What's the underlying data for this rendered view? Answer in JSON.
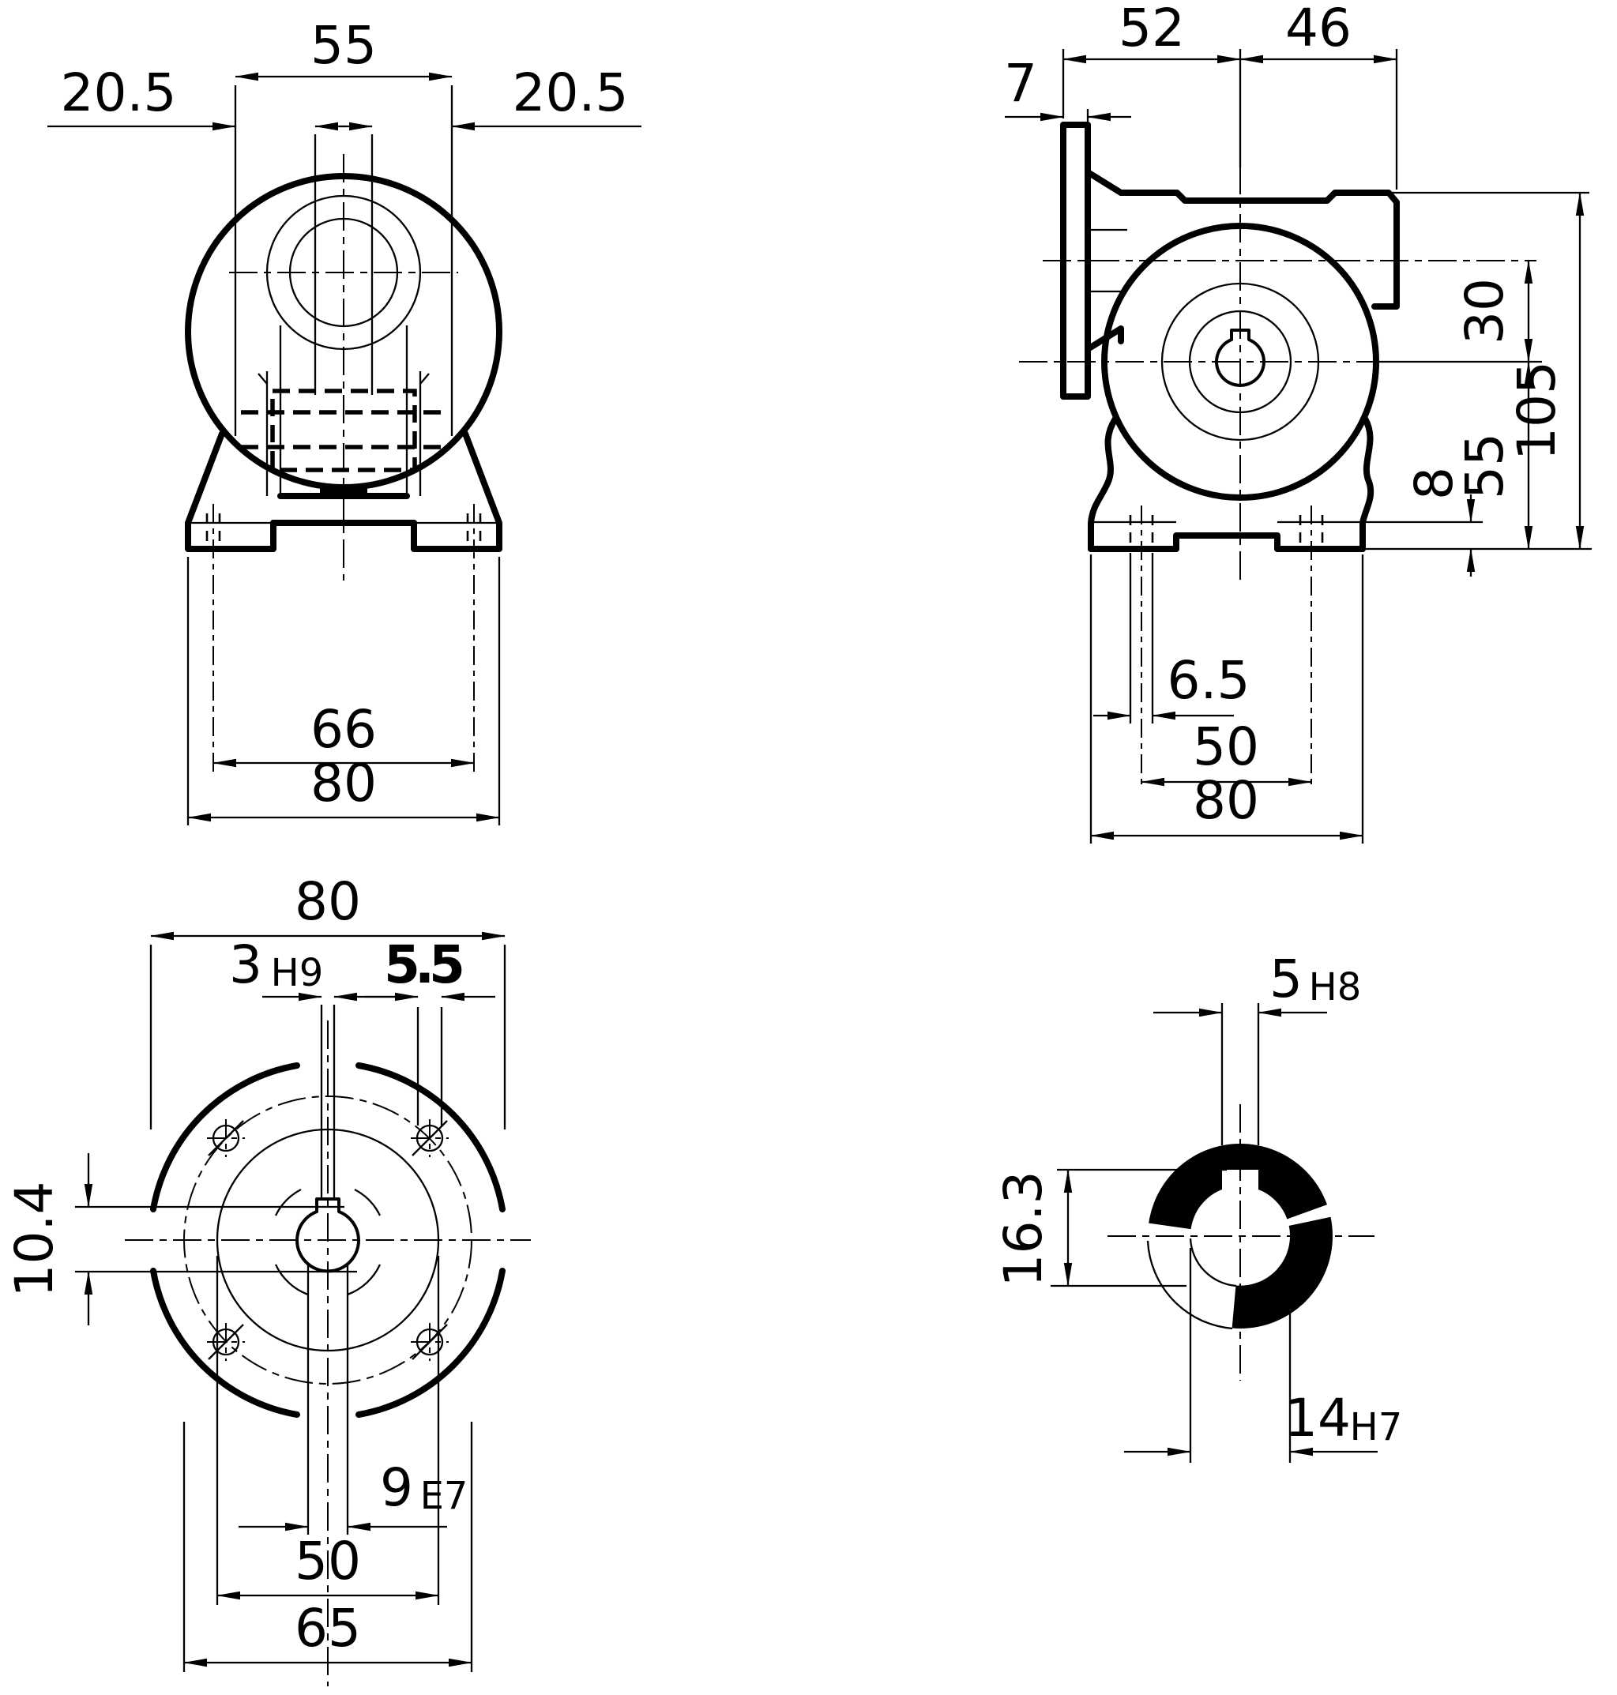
{
  "meta": {
    "drawing_type": "worm-gearbox dimensional drawing",
    "background_color": "#ffffff",
    "line_color": "#000000",
    "views": [
      "front-view",
      "side-view",
      "output-flange-view",
      "shaft-bore-section-view"
    ]
  },
  "front_view": {
    "dims": {
      "width_top": "55",
      "offset_left": "20.5",
      "offset_right": "20.5",
      "foot_hole_span": "66",
      "overall_width": "80"
    }
  },
  "side_view": {
    "dims": {
      "flange_to_axis": "52",
      "axis_to_end": "46",
      "flange_thickness": "7",
      "center_to_top": "30",
      "overall_height": "105",
      "center_height": "55",
      "foot_height": "8",
      "foot_slot_width": "6.5",
      "foot_hole_span": "50",
      "overall_width": "80"
    }
  },
  "flange_view": {
    "dims": {
      "flange_diameter": "80",
      "keyway_width": "3",
      "keyway_width_tol": "H9",
      "bolt_hole_diameter": "5.5",
      "bore_slot_depth": "10.4",
      "slot_width": "9",
      "slot_width_tol": "E7",
      "spigot_diameter": "50",
      "bolt_circle_diameter": "65"
    }
  },
  "shaft_section": {
    "dims": {
      "keyway_width": "5",
      "keyway_width_tol": "H8",
      "keyway_depth": "16.3",
      "bore_diameter": "14",
      "bore_diameter_tol": "H7"
    }
  }
}
